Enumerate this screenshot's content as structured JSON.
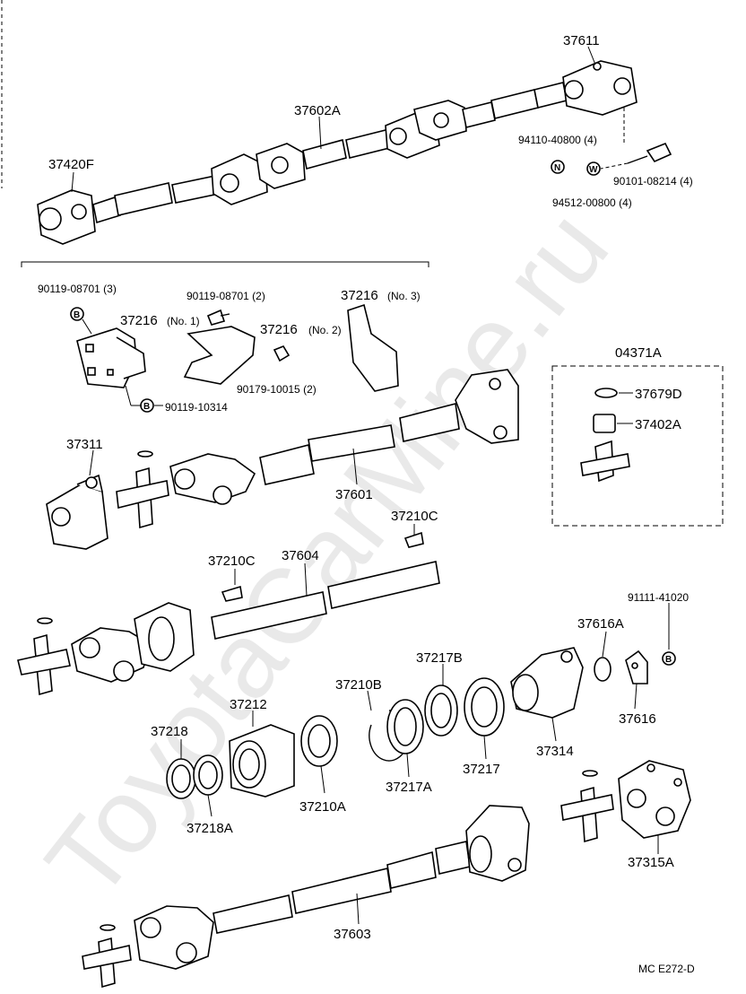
{
  "watermark": "ToyotaCarMine.ru",
  "footer_code": "MC  E272-D",
  "labels": {
    "p37611": "37611",
    "p37602A": "37602A",
    "p37420F": "37420F",
    "p94110": "94110-40800 (4)",
    "p90101": "90101-08214 (4)",
    "p94512": "94512-00800 (4)",
    "p90119_3": "90119-08701 (3)",
    "p90119_2": "90119-08701 (2)",
    "p37216_3": "37216",
    "p37216_3_note": "(No. 3)",
    "p37216_1": "37216",
    "p37216_1_note": "(No. 1)",
    "p37216_2": "37216",
    "p37216_2_note": "(No. 2)",
    "p90179": "90179-10015 (2)",
    "p90119_10314": "90119-10314",
    "p04371A": "04371A",
    "p37679D": "37679D",
    "p37402A": "37402A",
    "p37311": "37311",
    "p37601": "37601",
    "p37210C_a": "37210C",
    "p37210C_b": "37210C",
    "p37604": "37604",
    "p91111": "91111-41020",
    "p37616A": "37616A",
    "p37616": "37616",
    "p37217B": "37217B",
    "p37210B": "37210B",
    "p37212": "37212",
    "p37218": "37218",
    "p37314": "37314",
    "p37217": "37217",
    "p37217A": "37217A",
    "p37210A": "37210A",
    "p37218A": "37218A",
    "p37315A": "37315A",
    "p37603": "37603"
  },
  "circle_letters": {
    "n": "N",
    "w": "W",
    "b": "B"
  }
}
